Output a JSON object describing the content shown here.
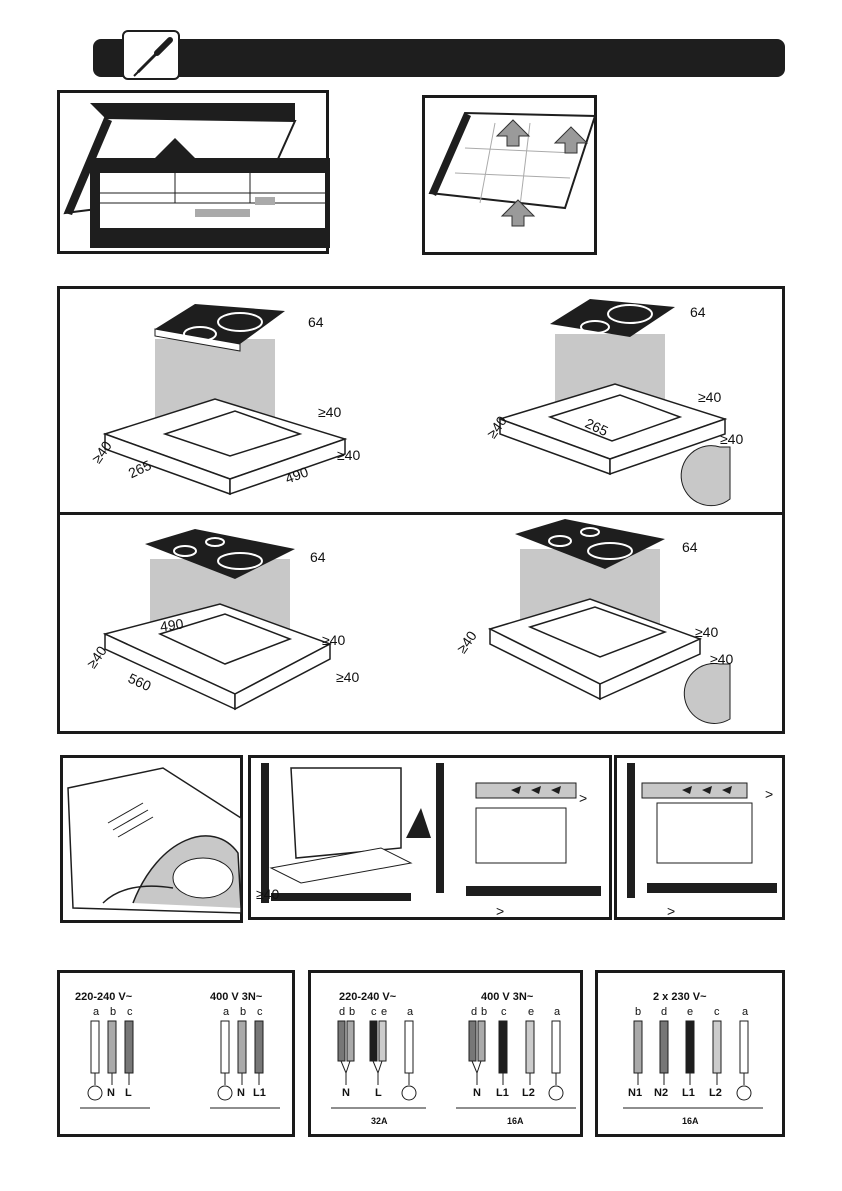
{
  "colors": {
    "dark": "#1e1e1e",
    "shade": "#c8c8c8",
    "arrow_grey": "#9a9a9a"
  },
  "icons": {
    "header": "screwdriver-icon"
  },
  "install_dims": {
    "a": {
      "height": "64",
      "side": "≥40",
      "side2": "≥40",
      "front": "≥40",
      "depth": "265",
      "width": "490"
    },
    "b": {
      "height": "64",
      "side": "≥40",
      "side2": "≥40",
      "front": "≥40",
      "depth": "265"
    },
    "c": {
      "height": "64",
      "side": "≥40",
      "side2": "≥40",
      "front": "≥40",
      "depth": "560",
      "width": "490"
    },
    "d": {
      "height": "64",
      "side": "≥40",
      "side2": "≥40",
      "front": "≥40"
    }
  },
  "ventilation": {
    "clearance": "≥40",
    "gap1": ">",
    "gap2": ">",
    "gap3": ">",
    "gap4": ">",
    "gap5": ">",
    "gap6": ">"
  },
  "wiring": {
    "panel1": {
      "left": {
        "voltage": "220-240 V~",
        "letters": [
          "a",
          "b",
          "c"
        ],
        "terminals": [
          "N",
          "L"
        ]
      },
      "right": {
        "voltage": "400 V 3N~",
        "letters": [
          "a",
          "b",
          "c"
        ],
        "terminals": [
          "N",
          "L1"
        ]
      }
    },
    "panel2": {
      "left": {
        "voltage": "220-240 V~",
        "letters": [
          "d",
          "b",
          "c",
          "e",
          "a"
        ],
        "terminals": [
          "N",
          "L"
        ],
        "amps": "32A"
      },
      "right": {
        "voltage": "400 V 3N~",
        "letters": [
          "d",
          "b",
          "c",
          "e",
          "a"
        ],
        "terminals": [
          "N",
          "L1",
          "L2"
        ],
        "amps": "16A"
      }
    },
    "panel3": {
      "voltage": "2 x 230 V~",
      "letters": [
        "b",
        "d",
        "e",
        "c",
        "a"
      ],
      "terminals": [
        "N1",
        "N2",
        "L1",
        "L2"
      ],
      "amps": "16A"
    }
  }
}
